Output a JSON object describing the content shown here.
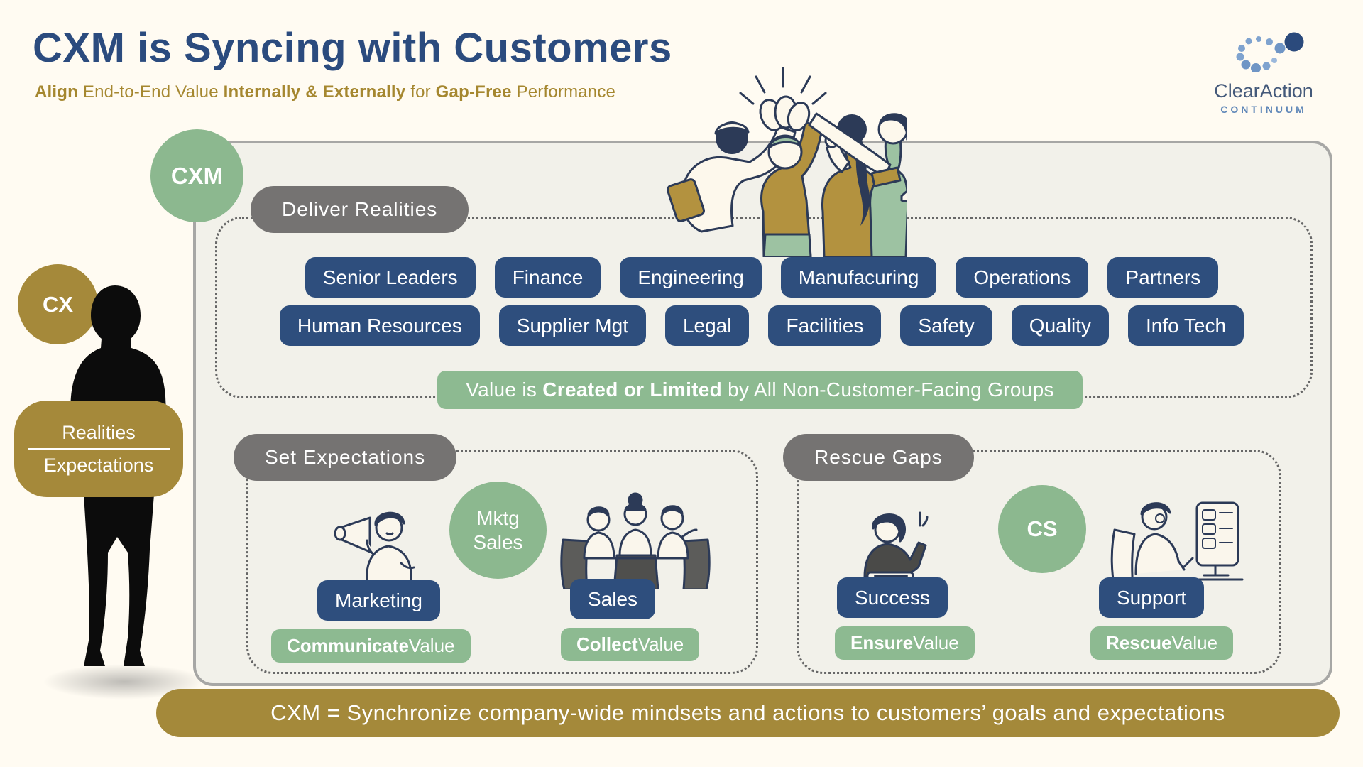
{
  "header": {
    "title": "CXM is Syncing with Customers",
    "subtitle": {
      "b1": "Align",
      "r1": " End-to-End Value ",
      "b2": "Internally & Externally",
      "r2": " for ",
      "b3": "Gap-Free",
      "r3": " Performance"
    }
  },
  "logo": {
    "name": "ClearAction",
    "tagline": "CONTINUUM"
  },
  "left_panel": {
    "cx_badge": "CX",
    "ratio_top": "Realities",
    "ratio_bottom": "Expectations"
  },
  "cxm_badge": "CXM",
  "deliver_realities": {
    "header": "Deliver Realities",
    "row1": [
      "Senior Leaders",
      "Finance",
      "Engineering",
      "Manufacuring",
      "Operations",
      "Partners"
    ],
    "row2": [
      "Human Resources",
      "Supplier Mgt",
      "Legal",
      "Facilities",
      "Safety",
      "Quality",
      "Info Tech"
    ],
    "banner": {
      "pre": "Value is ",
      "bold": "Created or Limited",
      "post": " by  All Non-Customer-Facing Groups"
    }
  },
  "set_expectations": {
    "header": "Set Expectations",
    "circle_line1": "Mktg",
    "circle_line2": "Sales",
    "marketing": {
      "label": "Marketing",
      "value_bold": "Communicate",
      "value_rest": " Value"
    },
    "sales": {
      "label": "Sales",
      "value_bold": "Collect",
      "value_rest": " Value"
    }
  },
  "rescue_gaps": {
    "header": "Rescue Gaps",
    "circle": "CS",
    "success": {
      "label": "Success",
      "value_bold": "Ensure",
      "value_rest": " Value"
    },
    "support": {
      "label": "Support",
      "value_bold": "Rescue",
      "value_rest": " Value"
    }
  },
  "footer": {
    "banner": "CXM = Synchronize company-wide mindsets and actions to customers’ goals and expectations"
  },
  "colors": {
    "navy": "#2e4e7d",
    "title_navy": "#2b4b7e",
    "gold": "#a5893a",
    "green": "#8dba91",
    "gray": "#757372",
    "background": "#fffbf2"
  }
}
